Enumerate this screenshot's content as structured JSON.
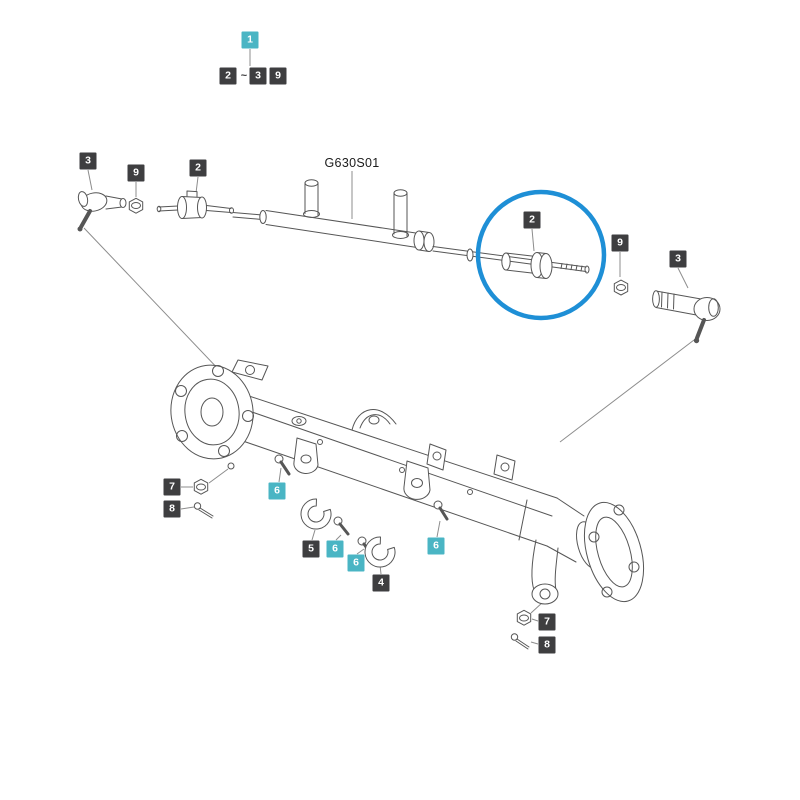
{
  "drawing": {
    "model_label": "G630S01"
  },
  "colors": {
    "highlight_ring": "#1e8fd6",
    "callout_teal": "#4ab5c4",
    "callout_dark": "#3e3e40",
    "line_art": "#565656"
  },
  "legend": {
    "assembly_item": "1",
    "range_from": "2",
    "range_separator": "~",
    "range_to": "3",
    "extra_item": "9"
  },
  "callouts": {
    "upper_left_3": "3",
    "upper_left_9": "9",
    "upper_left_2": "2",
    "circled_2": "2",
    "upper_right_9": "9",
    "upper_right_3": "3",
    "lower_left_7": "7",
    "lower_left_8": "8",
    "lower_6_first": "6",
    "lower_5": "5",
    "lower_6_second": "6",
    "lower_6_third": "6",
    "lower_4": "4",
    "lower_6_fourth": "6",
    "lower_right_7": "7",
    "lower_right_8": "8"
  }
}
